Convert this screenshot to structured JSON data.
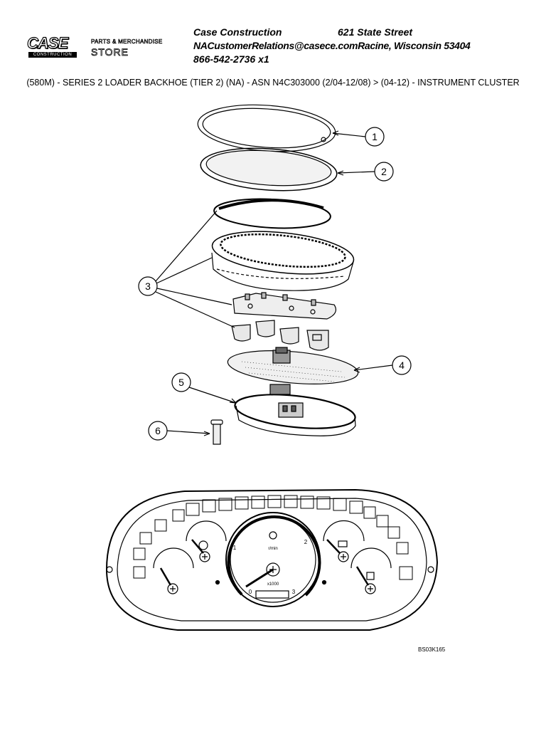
{
  "header": {
    "company": "Case Construction",
    "street": "621 State Street",
    "email_city": "NACustomerRelations@casece.comRacine, Wisconsin 53404",
    "phone": "866-542-2736 x1"
  },
  "logo": {
    "brand": "CASE",
    "brand_sub": "CONSTRUCTION",
    "store_line1": "PARTS & MERCHANDISE",
    "store_line2": "STORE"
  },
  "title": "(580M) - SERIES 2 LOADER BACKHOE (TIER 2) (NA) - ASN N4C303000 (2/04-12/08) > (04-12) - INSTRUMENT CLUSTER",
  "callouts": [
    "1",
    "2",
    "3",
    "4",
    "5",
    "6"
  ],
  "gauge": {
    "rpm_unit": "r/min",
    "multiplier": "x1000",
    "ticks": [
      "0",
      "1",
      "2",
      "3"
    ]
  },
  "drawing_code": "BS03K165",
  "colors": {
    "ink": "#000000",
    "paper": "#ffffff",
    "shade": "#d9d9d9"
  }
}
